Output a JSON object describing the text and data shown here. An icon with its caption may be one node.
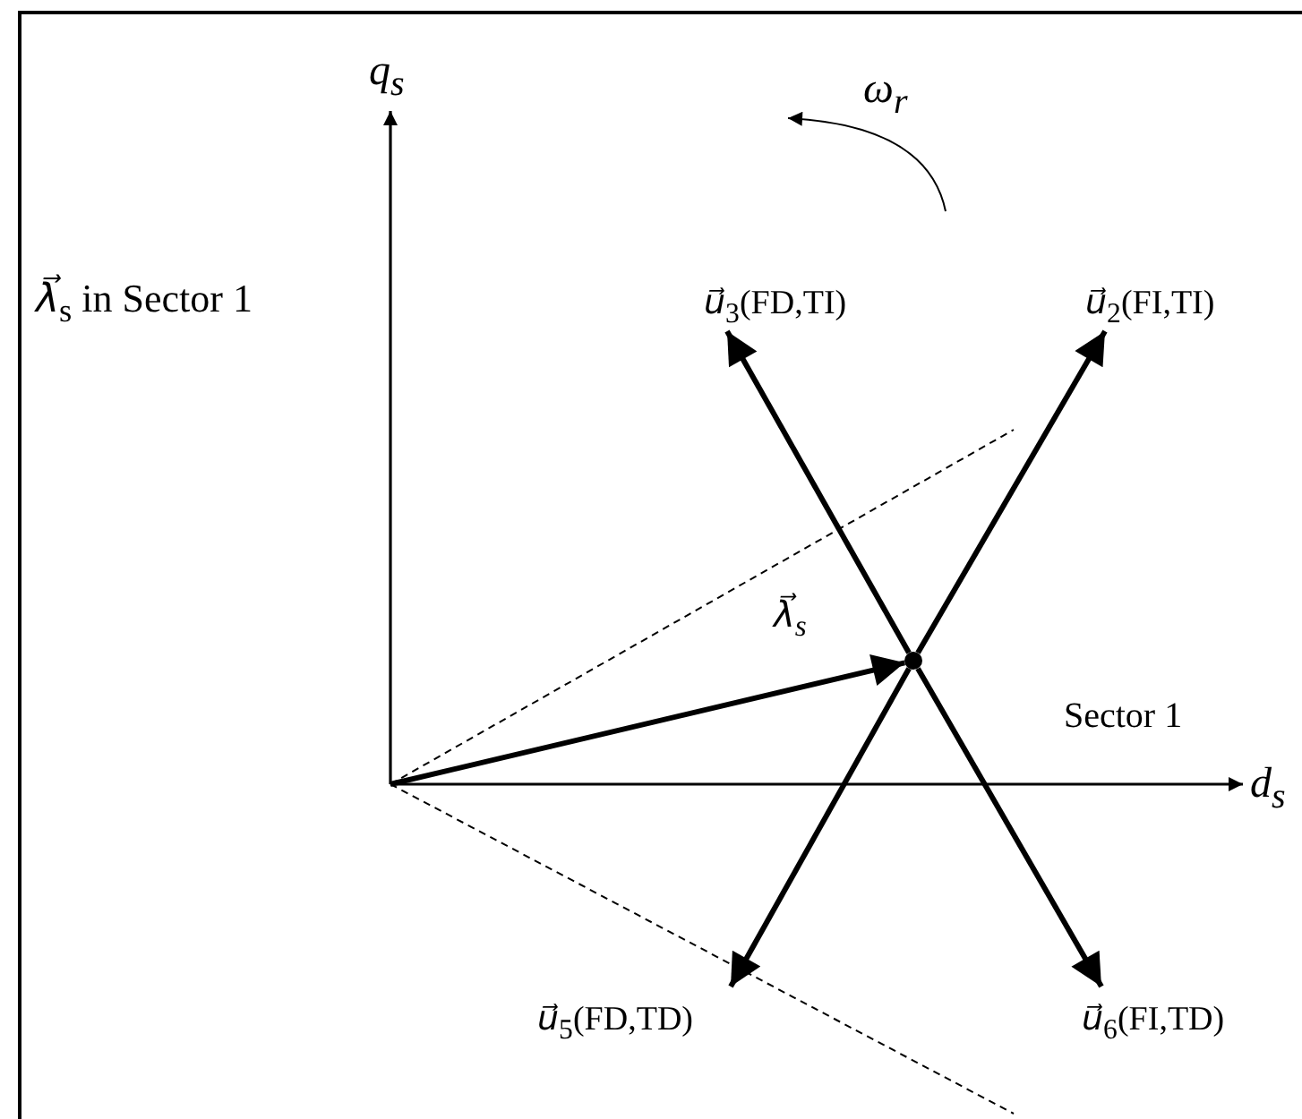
{
  "diagram": {
    "nodes": [
      {
        "text": [],
        "shape": "circle"
      },
      {
        "text": [
          "*u⃗*$_{3}$(FD,TI)"
        ]
      },
      {
        "text": [
          "*u⃗*$_{2}$(FI,TI)"
        ]
      },
      {
        "text": [
          "*u⃗*$_{5}$(FD,TD)"
        ]
      },
      {
        "text": [
          "*u⃗*$_{6}$(FI,TD)"
        ]
      }
    ],
    "edges": [
      {
        "from": 0,
        "to": 1,
        "arrow": "to"
      },
      {
        "from": 0,
        "to": 2,
        "arrow": "to"
      },
      {
        "from": 0,
        "to": 3,
        "arrow": "to"
      },
      {
        "from": 0,
        "to": 4,
        "arrow": "to"
      },
      {
        "from": null,
        "to": 0,
        "arrow": "to",
        "label": "λ⃗$_{s}$"
      }
    ],
    "labels": [
      "q$_{s}$",
      "ω$_{r}$",
      "*λ⃗*$_{s}$  in Sector 1",
      "Sector 1",
      "d$_{s}$"
    ]
  }
}
